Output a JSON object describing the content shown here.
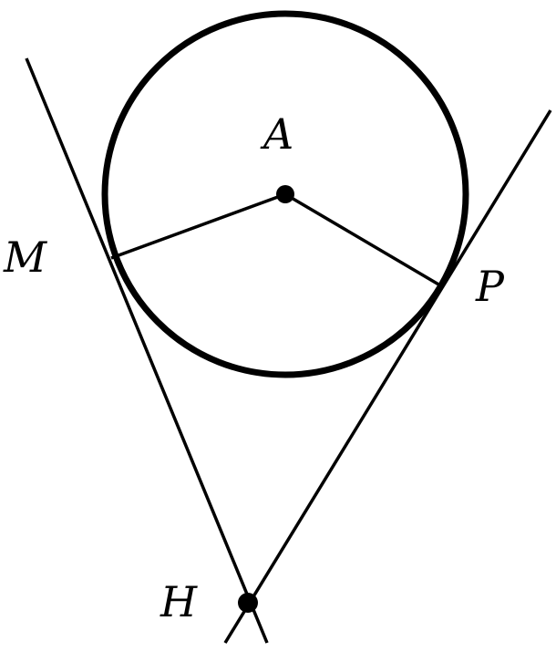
{
  "figure": {
    "labels": {
      "center": "A",
      "tangent_point_left": "M",
      "tangent_point_right": "P",
      "external_point": "H"
    },
    "stroke_color": "#000000",
    "background_color": "#ffffff"
  }
}
